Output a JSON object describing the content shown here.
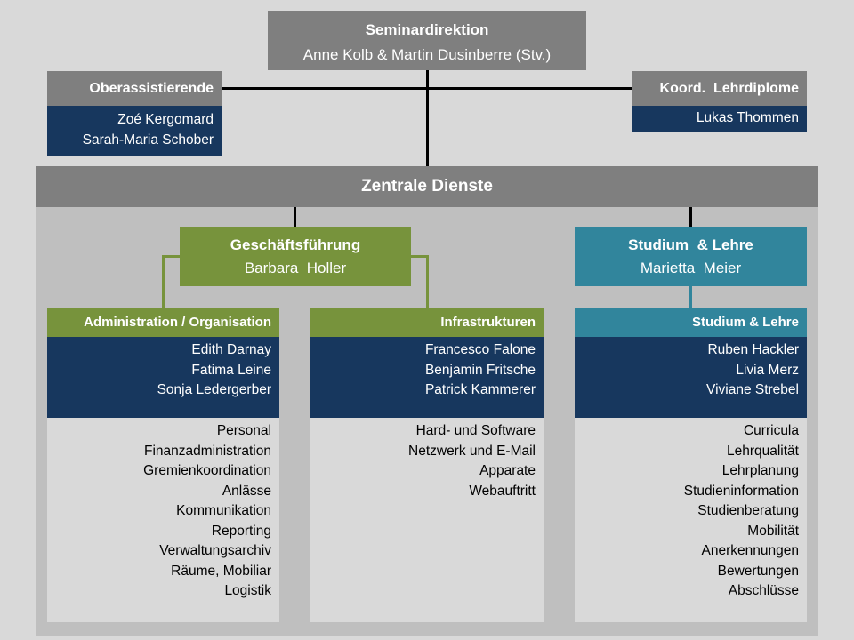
{
  "seminardirektion": {
    "title": "Seminardirektion",
    "people": "Anne Kolb & Martin Dusinberre (Stv.)"
  },
  "oberassistierende": {
    "title": "Oberassistierende",
    "people": [
      "Zoé Kergomard",
      "Sarah-Maria Schober"
    ]
  },
  "koordination": {
    "title": "Koord.  Lehrdiplome",
    "people": [
      "Lukas Thommen"
    ]
  },
  "zentrale_dienste": {
    "title": "Zentrale Dienste",
    "geschaeftsfuehrung": {
      "title": "Geschäftsführung",
      "person": "Barbara  Holler"
    },
    "studium_lehre": {
      "title": "Studium  & Lehre",
      "person": "Marietta  Meier"
    },
    "columns": [
      {
        "title": "Administration / Organisation",
        "people": [
          "Edith Darnay",
          "Fatima Leine",
          "Sonja Ledergerber"
        ],
        "tasks": [
          "Personal",
          "Finanzadministration",
          "Gremienkoordination",
          "Anlässe",
          "Kommunikation",
          "Reporting",
          "Verwaltungsarchiv",
          "Räume, Mobiliar",
          "Logistik"
        ]
      },
      {
        "title": "Infrastrukturen",
        "people": [
          "Francesco Falone",
          "Benjamin Fritsche",
          "Patrick Kammerer"
        ],
        "tasks": [
          "Hard- und Software",
          "Netzwerk und E-Mail",
          "Apparate",
          "Webauftritt"
        ]
      },
      {
        "title": "Studium & Lehre",
        "people": [
          "Ruben Hackler",
          "Livia Merz",
          "Viviane Strebel"
        ],
        "tasks": [
          "Curricula",
          "Lehrqualität",
          "Lehrplanung",
          "Studieninformation",
          "Studienberatung",
          "Mobilität",
          "Anerkennungen",
          "Bewertungen",
          "Abschlüsse"
        ]
      }
    ]
  },
  "colors": {
    "background": "#d9d9d9",
    "gray_box": "#7f7f7f",
    "navy": "#17375e",
    "green": "#77933c",
    "teal": "#31859c",
    "frame": "#bfbfbf"
  }
}
